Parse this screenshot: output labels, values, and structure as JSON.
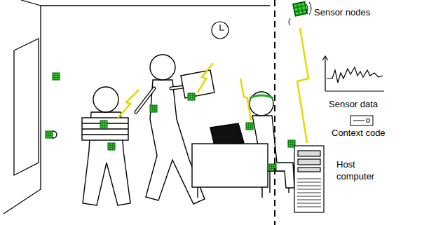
{
  "diagram": {
    "labels": [
      "Sensor nodes",
      "Sensor data",
      "Context code",
      "Host computer"
    ]
  }
}
